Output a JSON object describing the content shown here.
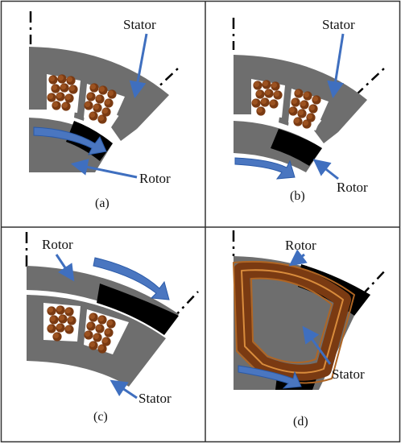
{
  "panels": [
    {
      "caption": "(a)",
      "labels": {
        "stator": "Stator",
        "rotor": "Rotor"
      }
    },
    {
      "caption": "(b)",
      "labels": {
        "stator": "Stator",
        "rotor": "Rotor"
      }
    },
    {
      "caption": "(c)",
      "labels": {
        "rotor": "Rotor",
        "stator": "Stator"
      }
    },
    {
      "caption": "(d)",
      "labels": {
        "rotor": "Rotor",
        "stator": "Stator"
      }
    }
  ],
  "colors": {
    "iron": "#6e6e6e",
    "magnet": "#000000",
    "copper": "#7a3a12",
    "copper_hi": "#d98c3c",
    "arrow": "#4a76c0",
    "arrow_dark": "#2a5aa8",
    "slot": "#ffffff"
  }
}
